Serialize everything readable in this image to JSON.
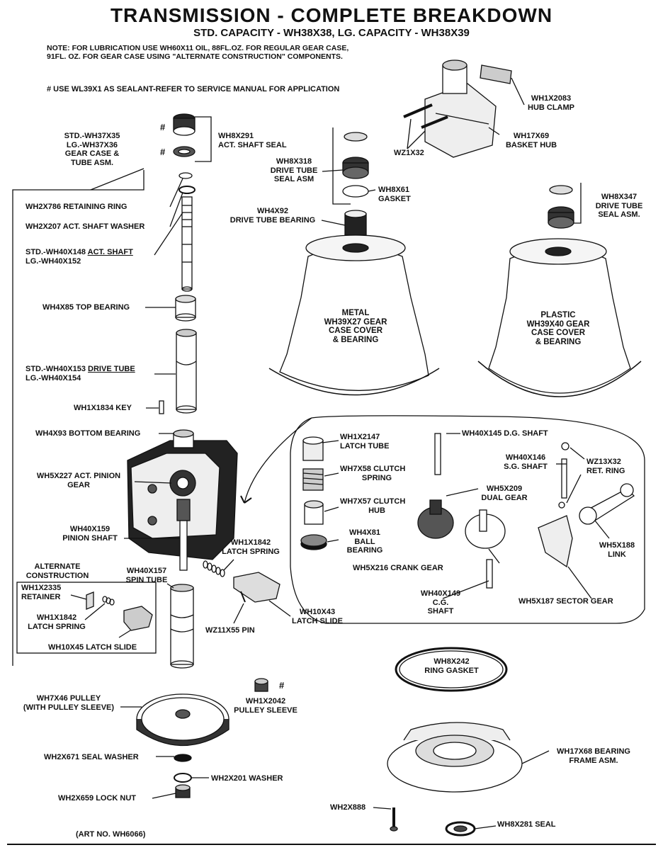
{
  "title": "TRANSMISSION - COMPLETE BREAKDOWN",
  "subtitle": "STD. CAPACITY - WH38X38, LG. CAPACITY - WH38X39",
  "note_line1": "NOTE: FOR LUBRICATION USE WH60X11 OIL, 88FL.OZ. FOR REGULAR GEAR CASE,",
  "note_line2": "91FL. OZ. FOR GEAR CASE USING \"ALTERNATE CONSTRUCTION\" COMPONENTS.",
  "sealant_note": "# USE WL39X1 AS SEALANT-REFER TO SERVICE MANUAL FOR APPLICATION",
  "hash_mark": "#",
  "art_no": "(ART NO. WH6066)",
  "labels": {
    "gear_case_1": "STD.-WH37X35",
    "gear_case_2": "LG.-WH37X36",
    "gear_case_3": "GEAR CASE &",
    "gear_case_4": "TUBE ASM.",
    "act_shaft_seal_1": "WH8X291",
    "act_shaft_seal_2": "ACT. SHAFT SEAL",
    "retaining_ring": "WH2X786 RETAINING RING",
    "act_shaft_washer": "WH2X207 ACT. SHAFT WASHER",
    "act_shaft_std_prefix": "STD.-WH40X148",
    "act_shaft_std_name": "ACT. SHAFT",
    "act_shaft_lg": "LG.-WH40X152",
    "top_bearing": "WH4X85 TOP BEARING",
    "drive_tube_std_prefix": "STD.-WH40X153",
    "drive_tube_std_name": "DRIVE TUBE",
    "drive_tube_lg": "LG.-WH40X154",
    "key": "WH1X1834 KEY",
    "bottom_bearing": "WH4X93 BOTTOM BEARING",
    "pinion_gear_1": "WH5X227 ACT. PINION",
    "pinion_gear_2": "GEAR",
    "pinion_shaft_1": "WH40X159",
    "pinion_shaft_2": "PINION SHAFT",
    "alt_1": "ALTERNATE",
    "alt_2": "CONSTRUCTION",
    "alt_retainer_1": "WH1X2335",
    "alt_retainer_2": "RETAINER",
    "alt_spring_1": "WH1X1842",
    "alt_spring_2": "LATCH SPRING",
    "alt_slide": "WH10X45 LATCH SLIDE",
    "spin_tube_1": "WH40X157",
    "spin_tube_2": "SPIN TUBE",
    "latch_spring_1": "WH1X1842",
    "latch_spring_2": "LATCH SPRING",
    "latch_slide_1": "WH10X43",
    "latch_slide_2": "LATCH SLIDE",
    "pin": "WZ11X55 PIN",
    "hub_clamp_1": "WH1X2083",
    "hub_clamp_2": "HUB CLAMP",
    "basket_hub_1": "WH17X69",
    "basket_hub_2": "BASKET HUB",
    "wz1x32": "WZ1X32",
    "dt_seal_1": "WH8X318",
    "dt_seal_2": "DRIVE TUBE",
    "dt_seal_3": "SEAL ASM",
    "gasket_1": "WH8X61",
    "gasket_2": "GASKET",
    "dt_bearing_1": "WH4X92",
    "dt_bearing_2": "DRIVE TUBE BEARING",
    "dt_seal_b_1": "WH8X347",
    "dt_seal_b_2": "DRIVE TUBE",
    "dt_seal_b_3": "SEAL ASM.",
    "metal_1": "METAL",
    "metal_2": "WH39X27 GEAR",
    "metal_3": "CASE COVER",
    "metal_4": "& BEARING",
    "plastic_1": "PLASTIC",
    "plastic_2": "WH39X40 GEAR",
    "plastic_3": "CASE COVER",
    "plastic_4": "& BEARING",
    "latch_tube_1": "WH1X2147",
    "latch_tube_2": "LATCH TUBE",
    "clutch_spring_1": "WH7X58 CLUTCH",
    "clutch_spring_2": "SPRING",
    "clutch_hub_1": "WH7X57 CLUTCH",
    "clutch_hub_2": "HUB",
    "ball_bearing_1": "WH4X81",
    "ball_bearing_2": "BALL",
    "ball_bearing_3": "BEARING",
    "dg_shaft": "WH40X145 D.G. SHAFT",
    "sg_shaft_1": "WH40X146",
    "sg_shaft_2": "S.G. SHAFT",
    "ret_ring_1": "WZ13X32",
    "ret_ring_2": "RET. RING",
    "dual_gear_1": "WH5X209",
    "dual_gear_2": "DUAL GEAR",
    "crank_gear": "WH5X216 CRANK GEAR",
    "link_1": "WH5X188",
    "link_2": "LINK",
    "cg_shaft_1": "WH40X149",
    "cg_shaft_2": "C.G.",
    "cg_shaft_3": "SHAFT",
    "sector_gear": "WH5X187 SECTOR GEAR",
    "ring_gasket_1": "WH8X242",
    "ring_gasket_2": "RING GASKET",
    "pulley_1": "WH7X46 PULLEY",
    "pulley_2": "(WITH PULLEY SLEEVE)",
    "pulley_sleeve_1": "WH1X2042",
    "pulley_sleeve_2": "PULLEY SLEEVE",
    "seal_washer": "WH2X671 SEAL WASHER",
    "washer": "WH2X201 WASHER",
    "lock_nut": "WH2X659 LOCK NUT",
    "bearing_frame_1": "WH17X68 BEARING",
    "bearing_frame_2": "FRAME ASM.",
    "wh2x888": "WH2X888",
    "wh8x281": "WH8X281 SEAL"
  }
}
